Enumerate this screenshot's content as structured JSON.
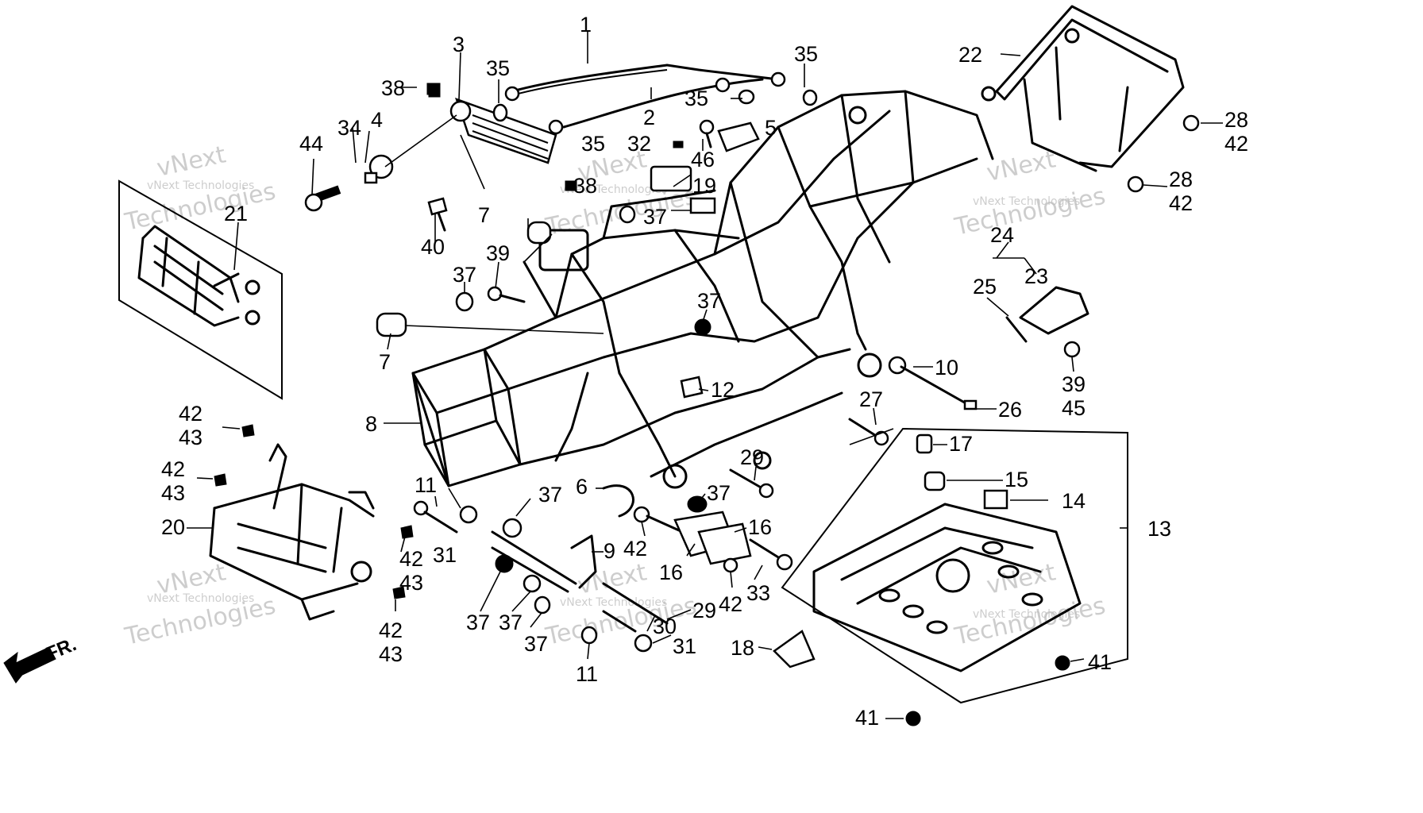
{
  "watermark": {
    "company": "vNext Technologies",
    "line1": "vNext",
    "line2": "Technologies"
  },
  "direction_label": "FR.",
  "callouts": {
    "c1": "1",
    "c2": "2",
    "c3": "3",
    "c4": "4",
    "c5": "5",
    "c6": "6",
    "c7a": "7",
    "c7b": "7",
    "c8": "8",
    "c9": "9",
    "c10": "10",
    "c11a": "11",
    "c11b": "11",
    "c12": "12",
    "c13": "13",
    "c14": "14",
    "c15": "15",
    "c16a": "16",
    "c16b": "16",
    "c17": "17",
    "c18": "18",
    "c19": "19",
    "c20": "20",
    "c21": "21",
    "c22": "22",
    "c23": "23",
    "c24": "24",
    "c25": "25",
    "c26": "26",
    "c27": "27",
    "c28a": "28",
    "c28b": "28",
    "c29a": "29",
    "c29b": "29",
    "c30": "30",
    "c31a": "31",
    "c31b": "31",
    "c32": "32",
    "c33": "33",
    "c34": "34",
    "c35a": "35",
    "c35b": "35",
    "c35c": "35",
    "c35d": "35",
    "c37a": "37",
    "c37b": "37",
    "c37c": "37",
    "c37d": "37",
    "c37e": "37",
    "c37f": "37",
    "c37g": "37",
    "c37h": "37",
    "c38a": "38",
    "c38b": "38",
    "c39a": "39",
    "c39b": "39",
    "c40": "40",
    "c41a": "41",
    "c41b": "41",
    "c42a": "42",
    "c42b": "42",
    "c42c": "42",
    "c42d": "42",
    "c42e": "42",
    "c42f": "42",
    "c42g": "42",
    "c42h": "42",
    "c43a": "43",
    "c43b": "43",
    "c43c": "43",
    "c43d": "43",
    "c44": "44",
    "c45": "45",
    "c46": "46"
  }
}
